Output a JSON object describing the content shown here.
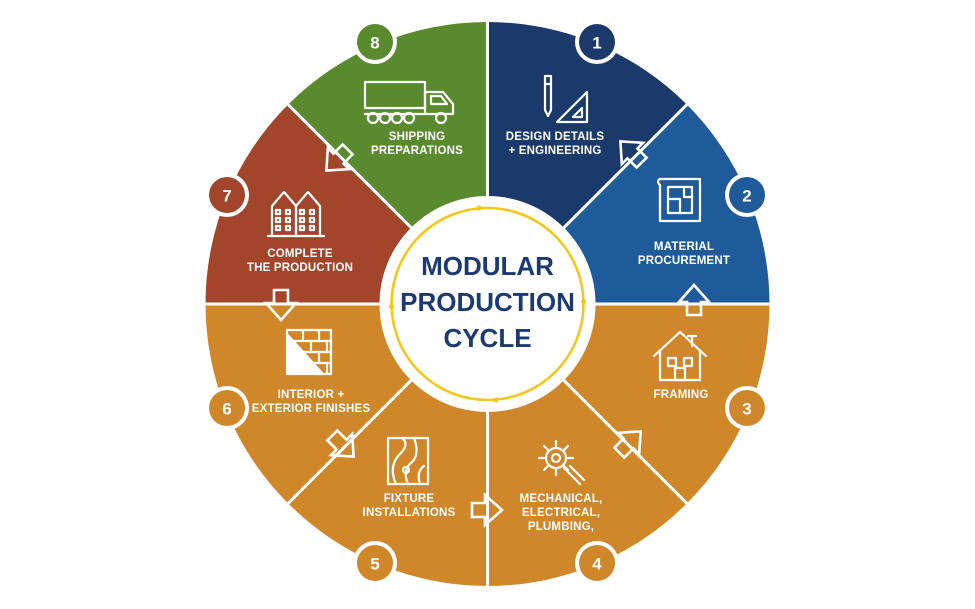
{
  "center": {
    "lines": [
      "MODULAR",
      "PRODUCTION",
      "CYCLE"
    ]
  },
  "colors": {
    "navy": "#1b3a6b",
    "blue": "#1f5b9a",
    "orange": "#d0872a",
    "rust": "#a3452a",
    "green": "#5a8a2e",
    "center_text": "#1b3a73",
    "center_ring": "#f5c71a"
  },
  "steps": [
    {
      "number": "1",
      "lines": [
        "DESIGN DETAILS",
        "+  ENGINEERING"
      ],
      "icon": "drafting-triangle-icon",
      "color": "#1b3a6b"
    },
    {
      "number": "2",
      "lines": [
        "MATERIAL",
        "PROCUREMENT"
      ],
      "icon": "blueprint-icon",
      "color": "#1f5b9a"
    },
    {
      "number": "3",
      "lines": [
        "FRAMING"
      ],
      "icon": "house-frame-icon",
      "color": "#d0872a"
    },
    {
      "number": "4",
      "lines": [
        "MECHANICAL,",
        "ELECTRICAL,",
        "PLUMBING,"
      ],
      "icon": "gear-wrench-icon",
      "color": "#d0872a"
    },
    {
      "number": "5",
      "lines": [
        "FIXTURE",
        "INSTALLATIONS"
      ],
      "icon": "wood-panel-icon",
      "color": "#d0872a"
    },
    {
      "number": "6",
      "lines": [
        "INTERIOR +",
        "EXTERIOR FINISHES"
      ],
      "icon": "brick-wall-icon",
      "color": "#d0872a"
    },
    {
      "number": "7",
      "lines": [
        "COMPLETE",
        "THE PRODUCTION"
      ],
      "icon": "building-icon",
      "color": "#a3452a"
    },
    {
      "number": "8",
      "lines": [
        "SHIPPING",
        "PREPARATIONS"
      ],
      "icon": "truck-icon",
      "color": "#5a8a2e"
    }
  ]
}
